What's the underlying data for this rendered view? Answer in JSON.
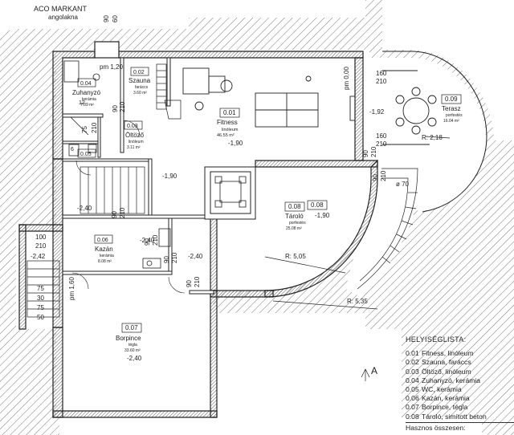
{
  "header": {
    "brand": "ACO MARKANT",
    "brand_sub": "angolakna",
    "dim_90": "90",
    "dim_60": "60"
  },
  "rooms": {
    "r01": {
      "num": "0.01",
      "name": "Fitness",
      "floor": "linóleum",
      "area": "46.55 m²",
      "level": "-1,90"
    },
    "r02": {
      "num": "0.02",
      "name": "Szauna",
      "floor": "faráccs",
      "area": "3.60 m²"
    },
    "r03": {
      "num": "0.03",
      "name": "Öltöző",
      "floor": "linóleum",
      "area": "3.11 m²"
    },
    "r04": {
      "num": "0.04",
      "name": "Zuhanyzó",
      "floor": "kerámia",
      "area": "7.09 m²"
    },
    "r05": {
      "num": "0.05"
    },
    "r06": {
      "num": "0.06",
      "name": "Kazán",
      "floor": "kerámia",
      "area": "8.08 m²"
    },
    "r07": {
      "num": "0.07",
      "name": "Borpince",
      "floor": "tégla",
      "area": "33.60 m²",
      "level": "-2,40"
    },
    "r08": {
      "num": "0.08",
      "name": "Tároló",
      "floor": "porfestés",
      "area": "25.08 m²",
      "level": "-1,90",
      "num2": "0.08"
    },
    "r09": {
      "num": "0.09",
      "name": "Terasz",
      "floor": "porfestés",
      "area": "16.04 m²"
    }
  },
  "labels": {
    "pm120": "pm 1,20",
    "pm000": "pm 0,00",
    "pm160": "pm 1,60",
    "lvl_192": "-1,92",
    "lvl_190_hall": "-1,90",
    "lvl_240_a": "-2,40",
    "lvl_240_b": "-2,40",
    "lvl_240_c": "-2,40",
    "lvl_242": "-2,42",
    "r_218": "R: 2,18",
    "r_505": "R: 5,05",
    "r_535": "R: 5,35",
    "diam_70": "ø 70",
    "north": "A",
    "d160a": "160",
    "d210a": "210",
    "d160b": "160",
    "d210b": "210",
    "d90a": "90",
    "d210c": "210",
    "d90b": "90",
    "d210d": "210",
    "d75": "75",
    "d210e": "210",
    "d90c": "90",
    "d210f": "210",
    "d90d": "90",
    "d210g": "210",
    "d90e": "90",
    "d210h": "210",
    "d90f": "90",
    "d210i": "210",
    "d100": "100",
    "d210j": "210",
    "d75b": "75",
    "d30": "30",
    "d75c": "75",
    "d50": "50",
    "d12": "12",
    "d6": "6",
    "d90g": "90",
    "d210k": "210"
  },
  "legend": {
    "title": "HELYISÉGLISTA:",
    "items": [
      {
        "num": "0.01",
        "text": "Fitness, linóleum"
      },
      {
        "num": "0.02",
        "text": "Szauna, faráccs"
      },
      {
        "num": "0.03",
        "text": "Öltöző, linóleum"
      },
      {
        "num": "0.04",
        "text": "Zuhanyzó, kerámia"
      },
      {
        "num": "0.05",
        "text": "WC, kerámia"
      },
      {
        "num": "0.06",
        "text": "Kazán, kerámia"
      },
      {
        "num": "0.07",
        "text": "Borpince, tégla"
      },
      {
        "num": "0.08",
        "text": "Tároló, simított beton"
      }
    ],
    "footer": "Hasznos összesen:"
  }
}
